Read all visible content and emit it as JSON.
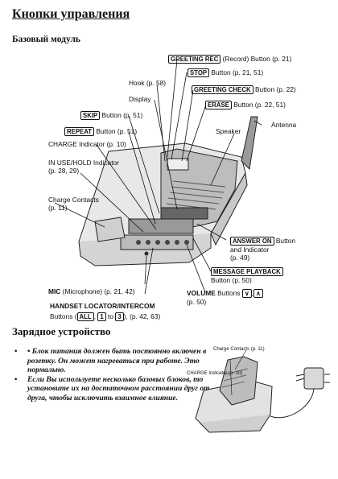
{
  "title": "Кнопки управления",
  "base_heading": "Базовый модуль",
  "charger_heading": "Зарядное устройство",
  "labels": {
    "greeting_rec_key": "GREETING REC",
    "greeting_rec_rest": " (Record) Button (p. 21)",
    "stop_key": "STOP",
    "stop_rest": " Button (p. 21, 51)",
    "hook": "Hook (p. 58)",
    "greeting_check_key": "GREETING CHECK",
    "greeting_check_rest": " Button (p. 22)",
    "display": "Display",
    "erase_key": "ERASE",
    "erase_rest": " Button (p. 22, 51)",
    "skip_key": "SKIP",
    "skip_rest": " Button (p. 51)",
    "antenna": "Antenna",
    "repeat_key": "REPEAT",
    "repeat_rest": " Button (p. 51)",
    "speaker": "Speaker",
    "charge_indicator": "CHARGE Indicator (p. 10)",
    "inuse_line1": "IN USE/HOLD Indicator",
    "inuse_line2": "(p. 28, 29)",
    "contacts_line1": "Charge Contacts",
    "contacts_line2": "(p. 11)",
    "answer_on_key": "ANSWER ON",
    "answer_on_rest": " Button",
    "answer_on_line2": "and Indicator",
    "answer_on_line3": "(p. 49)",
    "message_playback_key": "MESSAGE PLAYBACK",
    "message_playback_line2": "Button (p. 50)",
    "mic_bold": "MIC",
    "mic_rest": " (Microphone) (p. 21, 42)",
    "volume_bold": "VOLUME",
    "volume_rest": " Buttons ",
    "volume_down": "∨",
    "volume_up": "∧",
    "volume_line2": "(p. 50)",
    "handset_locator": "HANDSET LOCATOR/INTERCOM",
    "buttons_prefix": "Buttons (",
    "all_key": "ALL",
    "one_key": "1",
    "to_text": " to ",
    "three_key": "3",
    "buttons_suffix": "), (p. 42, 63)"
  },
  "charger_labels": {
    "contacts": "Charge Contacts (p. 11)",
    "indicator": "CHARGE Indicator (p. 10)"
  },
  "notes": [
    "• Блок питания должен быть постоянно включен в розетку. Он может нагреваться при работе. Это нормально.",
    "Если Вы используете несколько базовых блоков, то установите их на достаточном расстоянии друг от друга, чтобы исключить взаимное влияние."
  ],
  "bullet": "•"
}
